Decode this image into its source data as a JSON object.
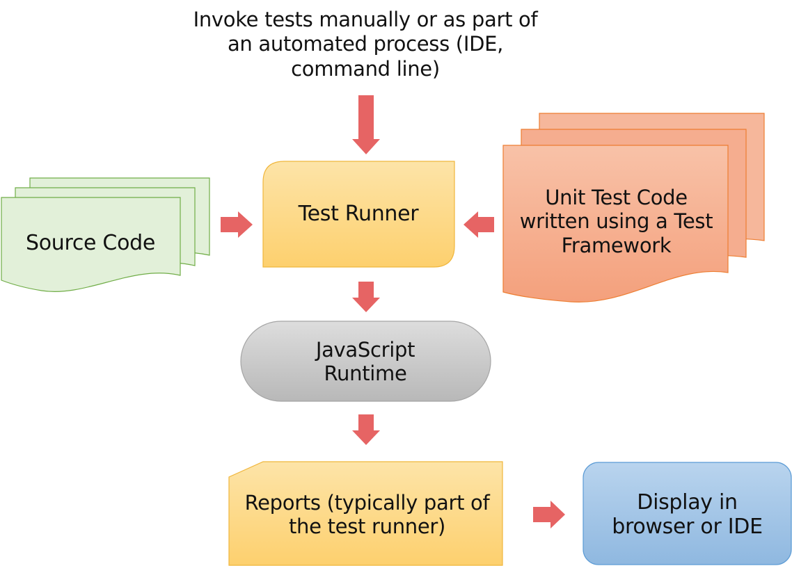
{
  "invoke_text": "Invoke tests manually or as part of an automated process (IDE, command line)",
  "nodes": {
    "source_code": "Source Code",
    "test_runner": "Test Runner",
    "unit_test_code": "Unit Test Code written using a Test Framework",
    "js_runtime": "JavaScript Runtime",
    "reports": "Reports (typically part of the test runner)",
    "display": "Display in browser or IDE"
  },
  "colors": {
    "arrow": "#e66464",
    "source_fill": "#e2f0d9",
    "source_stroke": "#70ad47",
    "runner_fill": "#fdd07a",
    "runner_stroke": "#f0b63c",
    "unit_fill": "#f4a585",
    "unit_stroke": "#ed7d31",
    "runtime_fill": "#c9c9c9",
    "runtime_stroke": "#a5a5a5",
    "display_fill": "#9dc3e6",
    "display_stroke": "#5b9bd5"
  }
}
